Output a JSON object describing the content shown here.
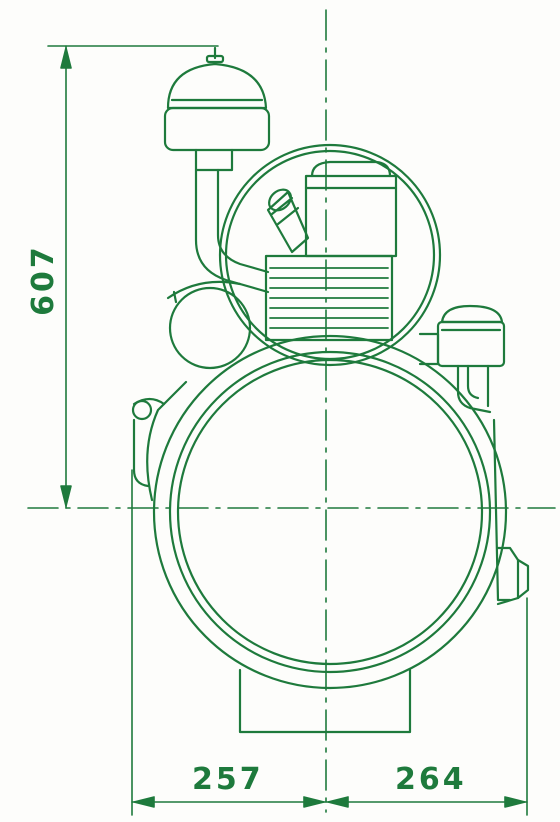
{
  "drawing": {
    "type": "engine-front-view-dimension-drawing",
    "line_color": "#1e7a3c",
    "background_color": "#fdfdfb"
  },
  "dimensions": {
    "height": "607",
    "left_width": "257",
    "right_width": "264"
  }
}
